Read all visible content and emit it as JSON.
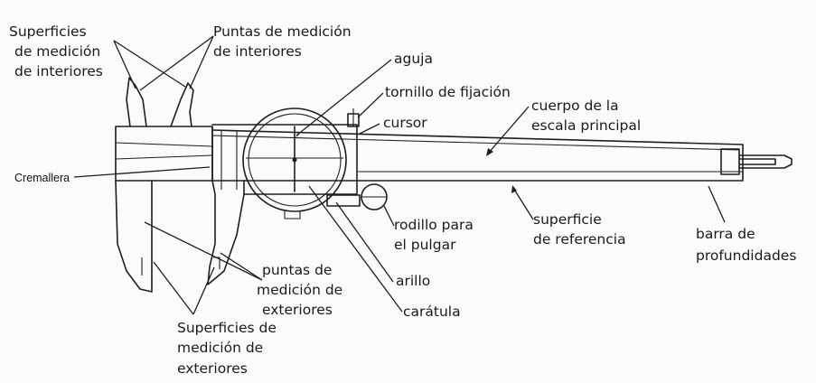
{
  "diagram": {
    "labels": {
      "superficies_interiores_1": "Superficies",
      "superficies_interiores_2": "de medición",
      "superficies_interiores_3": "de interiores",
      "puntas_interiores_1": "Puntas de medición",
      "puntas_interiores_2": "de interiores",
      "aguja": "aguja",
      "tornillo": "tornillo de fijación",
      "cursor": "cursor",
      "cuerpo_1": "cuerpo de la",
      "cuerpo_2": "escala principal",
      "cremallera": "Cremallera",
      "rodillo_1": "rodillo para",
      "rodillo_2": "el pulgar",
      "superficie_ref_1": "superficie",
      "superficie_ref_2": "de referencia",
      "barra_1": "barra de",
      "barra_2": "profundidades",
      "puntas_exteriores_1": "puntas de",
      "puntas_exteriores_2": "medición de",
      "puntas_exteriores_3": "exteriores",
      "arillo": "arillo",
      "caratula": "carátula",
      "superficies_exteriores_1": "Superficies de",
      "superficies_exteriores_2": "medición de",
      "superficies_exteriores_3": "exteriores"
    }
  }
}
